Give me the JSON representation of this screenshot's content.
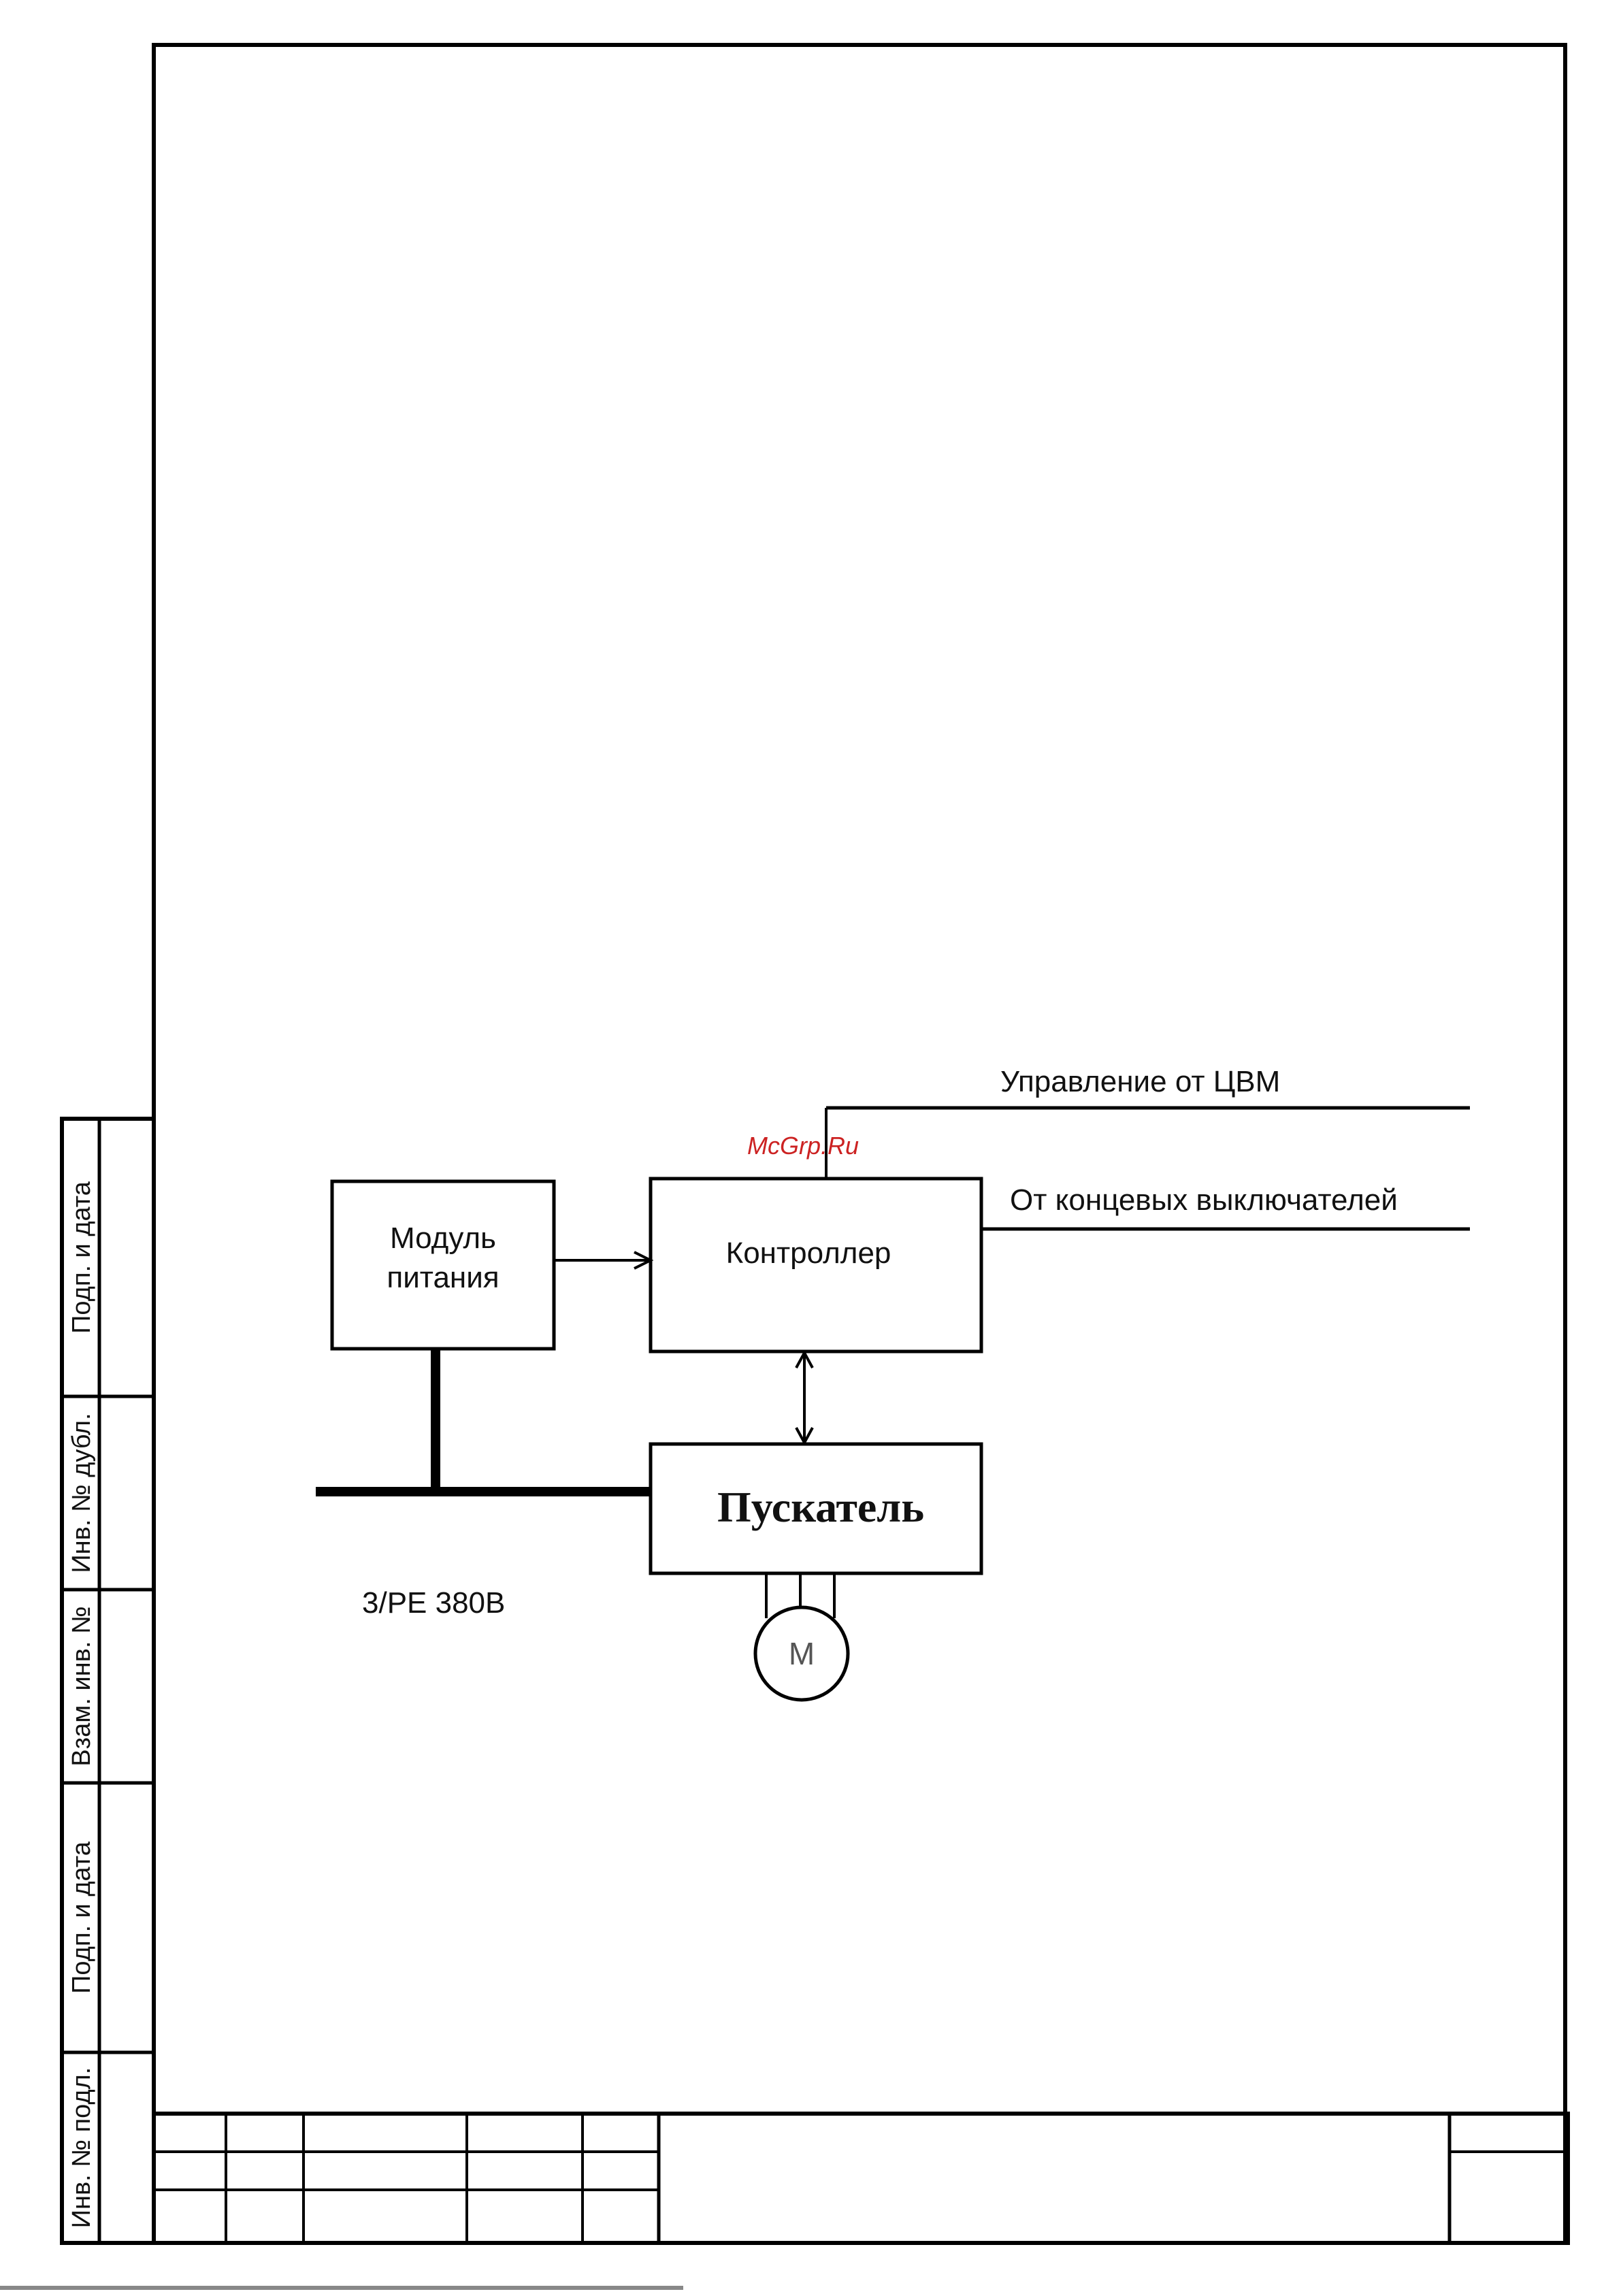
{
  "watermark": "McGrp.Ru",
  "blocks": {
    "power_module_line1": "Модуль",
    "power_module_line2": "питания",
    "controller": "Контроллер",
    "starter": "Пускатель",
    "motor": "М"
  },
  "labels": {
    "control_from_cvm": "Управление от ЦВМ",
    "from_limit_switches": "От концевых выключателей",
    "supply": "3/PE  380В"
  },
  "margin_stamp": {
    "field_1": "Подп. и дата",
    "field_2": "Инв. № дубл.",
    "field_3": "Взам. инв. №",
    "field_4": "Подп. и дата",
    "field_5": "Инв. № подл."
  }
}
